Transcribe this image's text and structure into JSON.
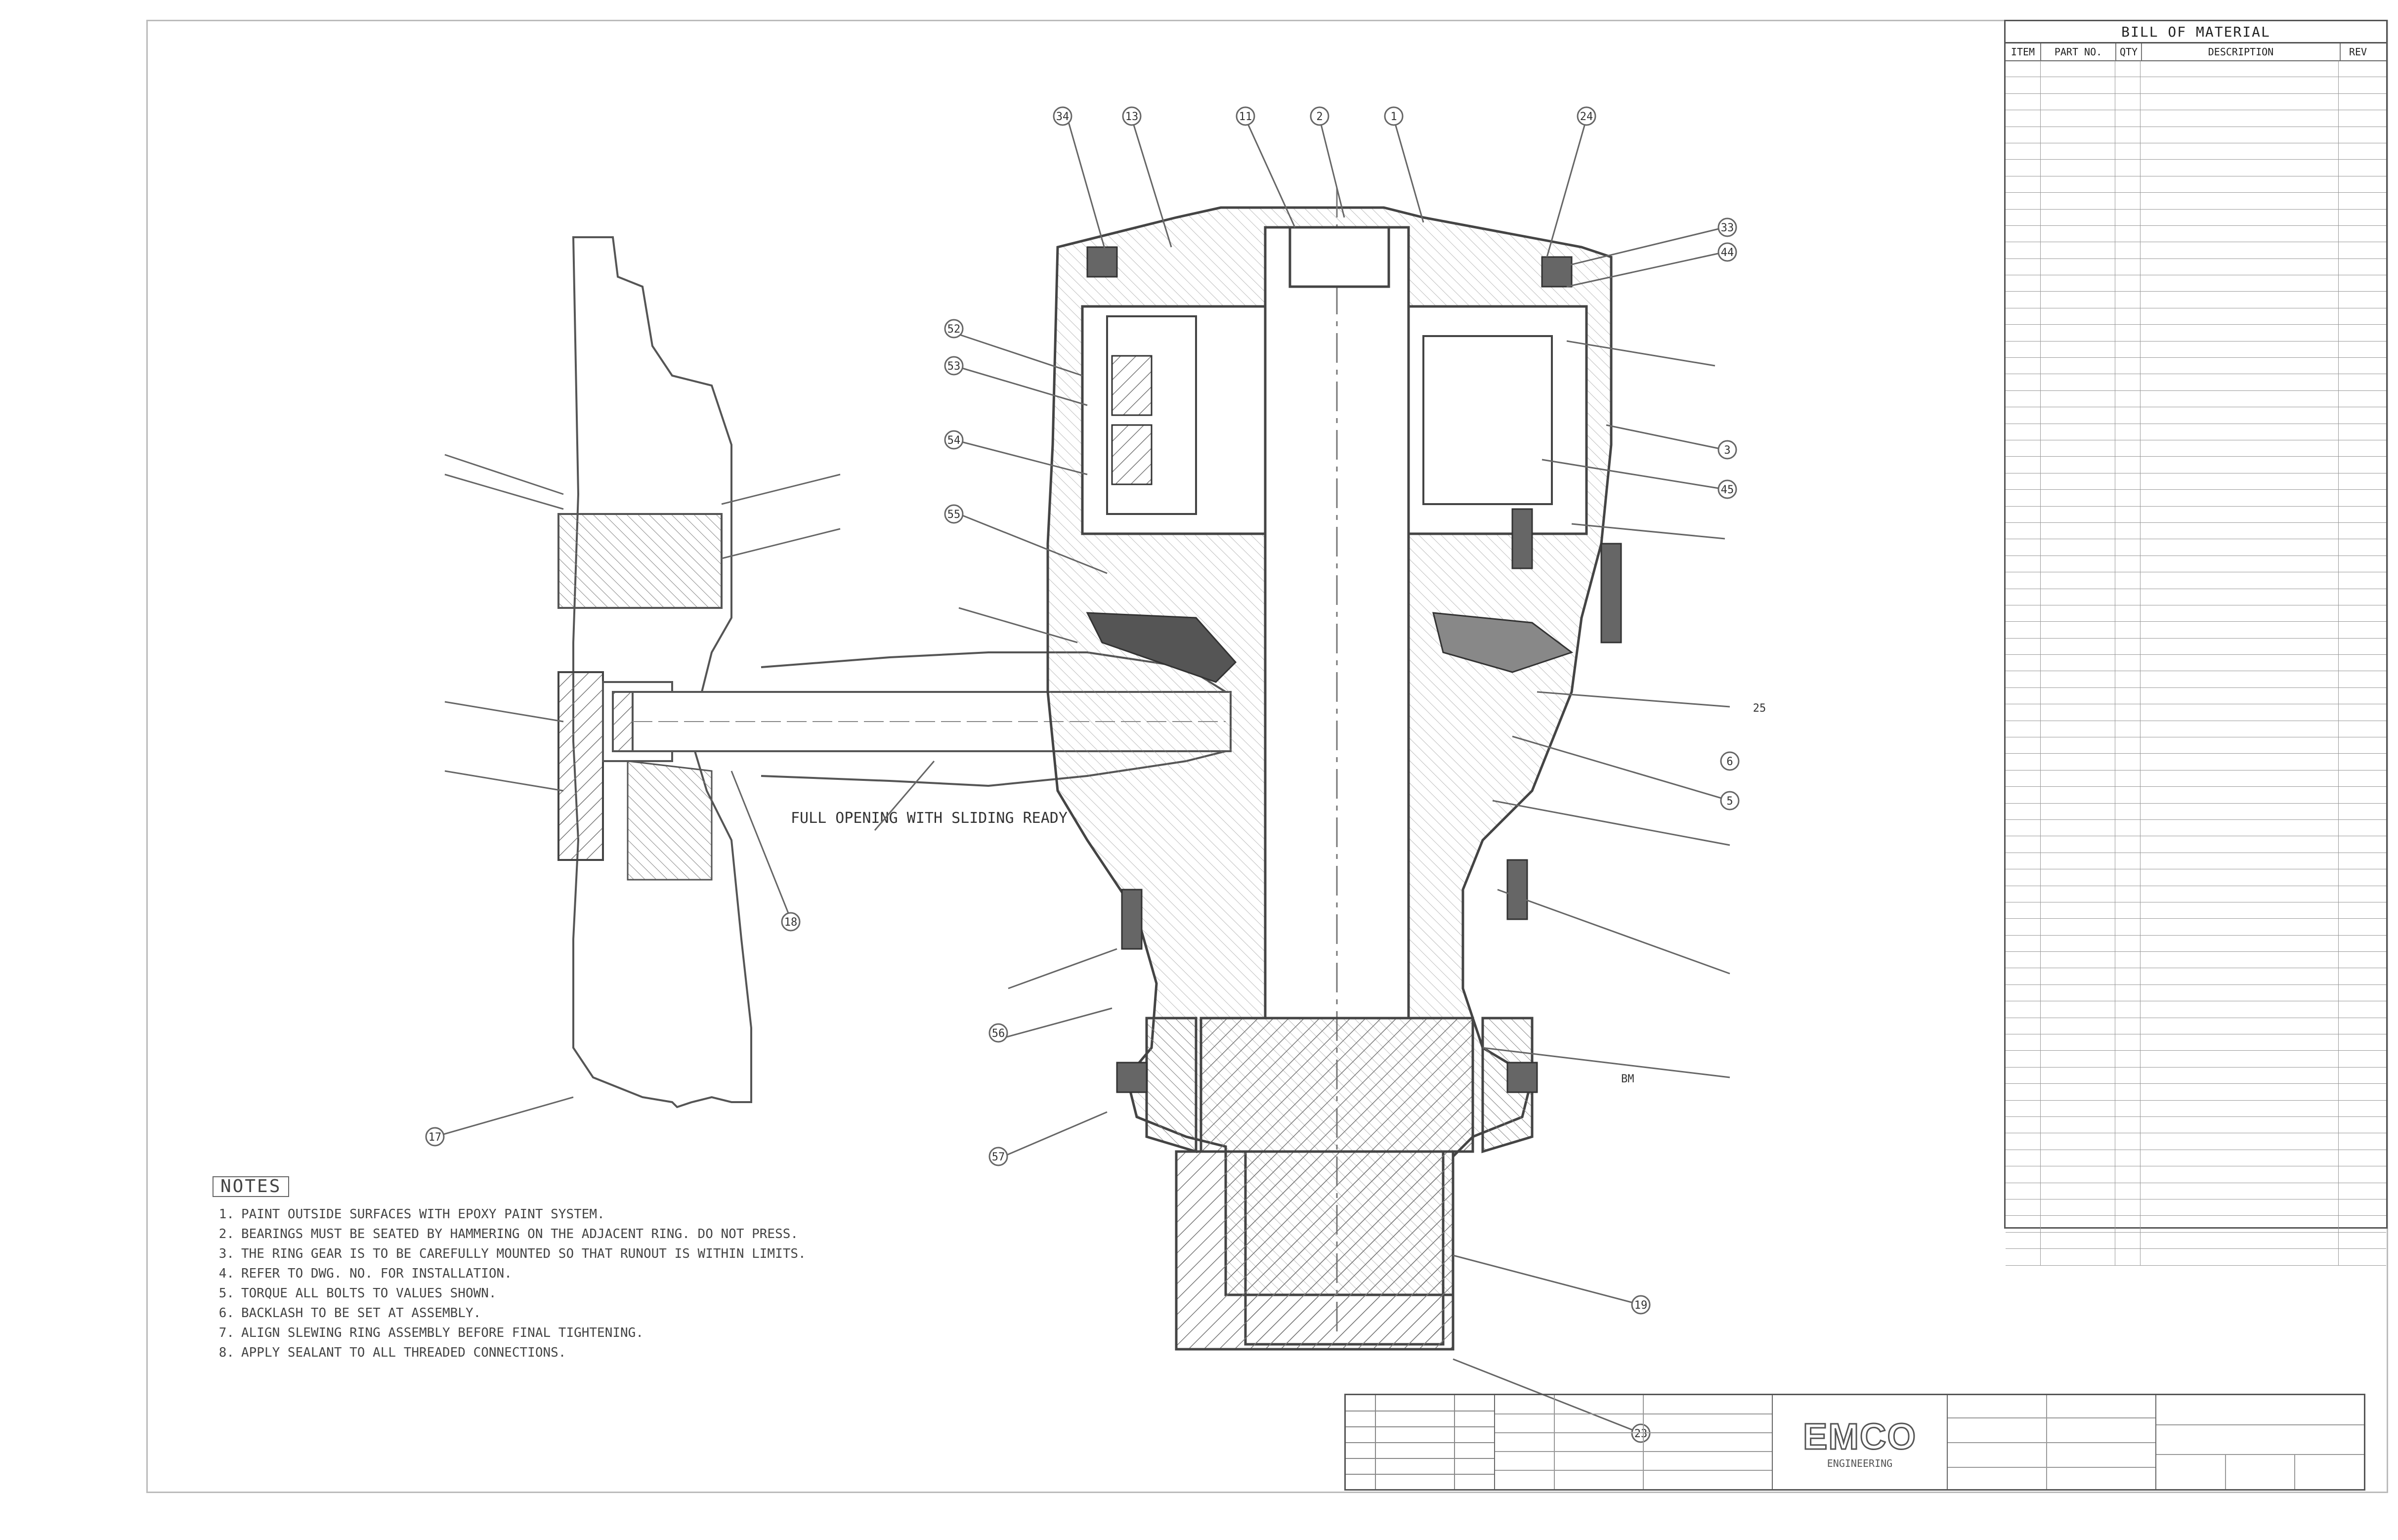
{
  "drawing": {
    "section_note": "FULL OPENING WITH SLIDING READY",
    "material_code": "BM",
    "balloons": {
      "top_row": [
        "34",
        "13",
        "11",
        "2",
        "1",
        "24"
      ],
      "right_side": [
        "33",
        "44",
        "3",
        "45",
        "6",
        "5"
      ],
      "left_side": [
        "52",
        "53",
        "54",
        "55",
        "56",
        "57"
      ],
      "bottom": [
        "17",
        "18",
        "19",
        "23",
        "25"
      ]
    }
  },
  "notes": {
    "title": "NOTES",
    "items": [
      {
        "num": "1.",
        "text": "PAINT OUTSIDE SURFACES WITH EPOXY PAINT SYSTEM."
      },
      {
        "num": "2.",
        "text": "BEARINGS MUST BE SEATED BY HAMMERING ON THE ADJACENT RING. DO NOT PRESS."
      },
      {
        "num": "3.",
        "text": "THE RING GEAR IS TO BE CAREFULLY MOUNTED SO THAT RUNOUT IS WITHIN LIMITS."
      },
      {
        "num": "4.",
        "text": "REFER TO DWG. NO. FOR INSTALLATION."
      },
      {
        "num": "5.",
        "text": "TORQUE ALL BOLTS TO VALUES SHOWN."
      },
      {
        "num": "6.",
        "text": "BACKLASH TO BE SET AT ASSEMBLY."
      },
      {
        "num": "7.",
        "text": "ALIGN SLEWING RING ASSEMBLY BEFORE FINAL TIGHTENING."
      },
      {
        "num": "8.",
        "text": "APPLY SEALANT TO ALL THREADED CONNECTIONS."
      }
    ]
  },
  "bom": {
    "title": "BILL OF MATERIAL",
    "columns": [
      "ITEM",
      "PART NO.",
      "QTY",
      "DESCRIPTION",
      "REV"
    ]
  },
  "title_block": {
    "company": "EMCO",
    "company_sub": "ENGINEERING"
  }
}
